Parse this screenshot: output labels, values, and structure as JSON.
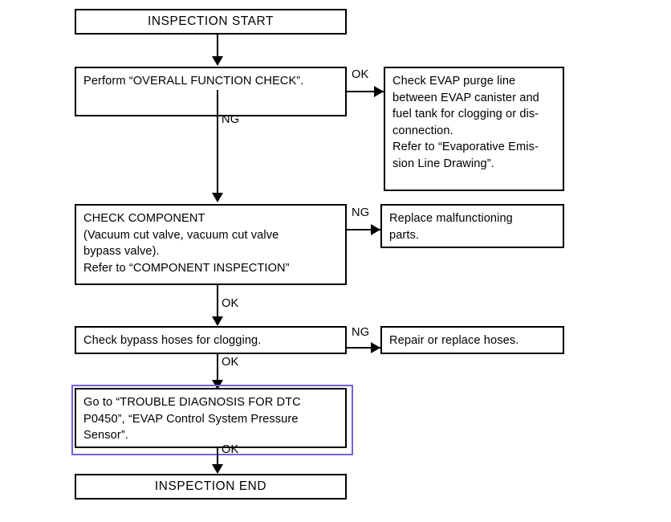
{
  "diagram": {
    "title": "EVAP inspection flow chart",
    "colors": {
      "line": "#000000",
      "box_border": "#000000",
      "background": "#ffffff",
      "highlight_border": "#6f62e0"
    },
    "nodes": {
      "inspection_start": "INSPECTION START",
      "overall_function_check": "Perform “OVERALL FUNCTION CHECK”.",
      "check_evap_purge_line": "Check EVAP purge line\nbetween EVAP canister and\nfuel tank for clogging or dis-\nconnection.\nRefer to “Evaporative Emis-\nsion Line Drawing”.",
      "check_component": "CHECK COMPONENT\n(Vacuum cut valve, vacuum cut valve\nbypass valve).\nRefer to “COMPONENT INSPECTION”",
      "replace_parts": "Replace malfunctioning\nparts.",
      "check_bypass_hoses": "Check bypass hoses for clogging.",
      "repair_hoses": "Repair or replace hoses.",
      "go_to_trouble_diagnosis": "Go to “TROUBLE DIAGNOSIS FOR DTC\nP0450”, “EVAP Control System Pressure\nSensor”.",
      "inspection_end": "INSPECTION END"
    },
    "edge_labels": {
      "ok_1": "OK",
      "ng_1": "NG",
      "ng_2": "NG",
      "ok_2": "OK",
      "ng_3": "NG",
      "ok_3": "OK",
      "ok_4": "OK"
    }
  }
}
